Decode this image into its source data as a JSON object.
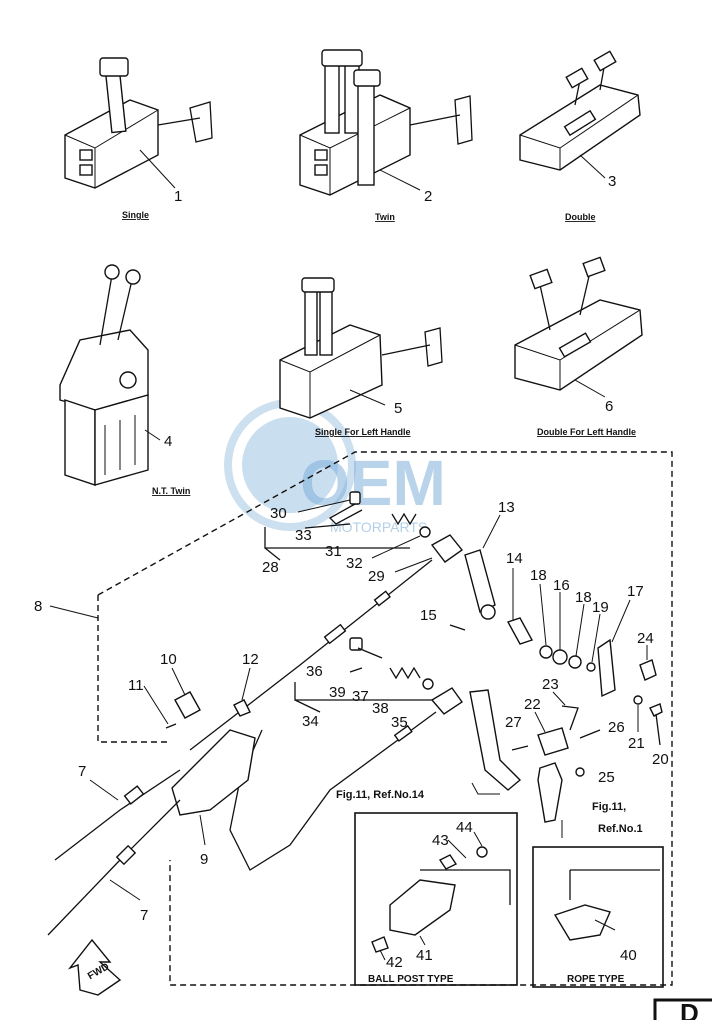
{
  "captions": {
    "single": "Single",
    "twin": "Twin",
    "double": "Double",
    "nt_twin": "N.T. Twin",
    "single_left": "Single For Left Handle",
    "double_left": "Double For Left Handle",
    "ball_post": "BALL POST TYPE",
    "rope": "ROPE TYPE",
    "fwd": "FWD"
  },
  "refs": {
    "fig11_ref14": "Fig.11, Ref.No.14",
    "fig11_line1": "Fig.11,",
    "fig11_line2": "Ref.No.1"
  },
  "watermark": {
    "brand": "OEM",
    "sub": "MOTORPARTS"
  },
  "corner_letter": "D",
  "part_numbers": {
    "p1": "1",
    "p2": "2",
    "p3": "3",
    "p4": "4",
    "p5": "5",
    "p6": "6",
    "p7a": "7",
    "p7b": "7",
    "p8": "8",
    "p9": "9",
    "p10": "10",
    "p11": "11",
    "p12": "12",
    "p13": "13",
    "p14": "14",
    "p15": "15",
    "p16": "16",
    "p17": "17",
    "p18a": "18",
    "p18b": "18",
    "p19": "19",
    "p20": "20",
    "p21": "21",
    "p22": "22",
    "p23": "23",
    "p24": "24",
    "p25": "25",
    "p26": "26",
    "p27": "27",
    "p28": "28",
    "p29": "29",
    "p30": "30",
    "p31": "31",
    "p32": "32",
    "p33": "33",
    "p34": "34",
    "p35": "35",
    "p36": "36",
    "p37": "37",
    "p38": "38",
    "p39": "39",
    "p40": "40",
    "p41": "41",
    "p42": "42",
    "p43": "43",
    "p44": "44"
  }
}
